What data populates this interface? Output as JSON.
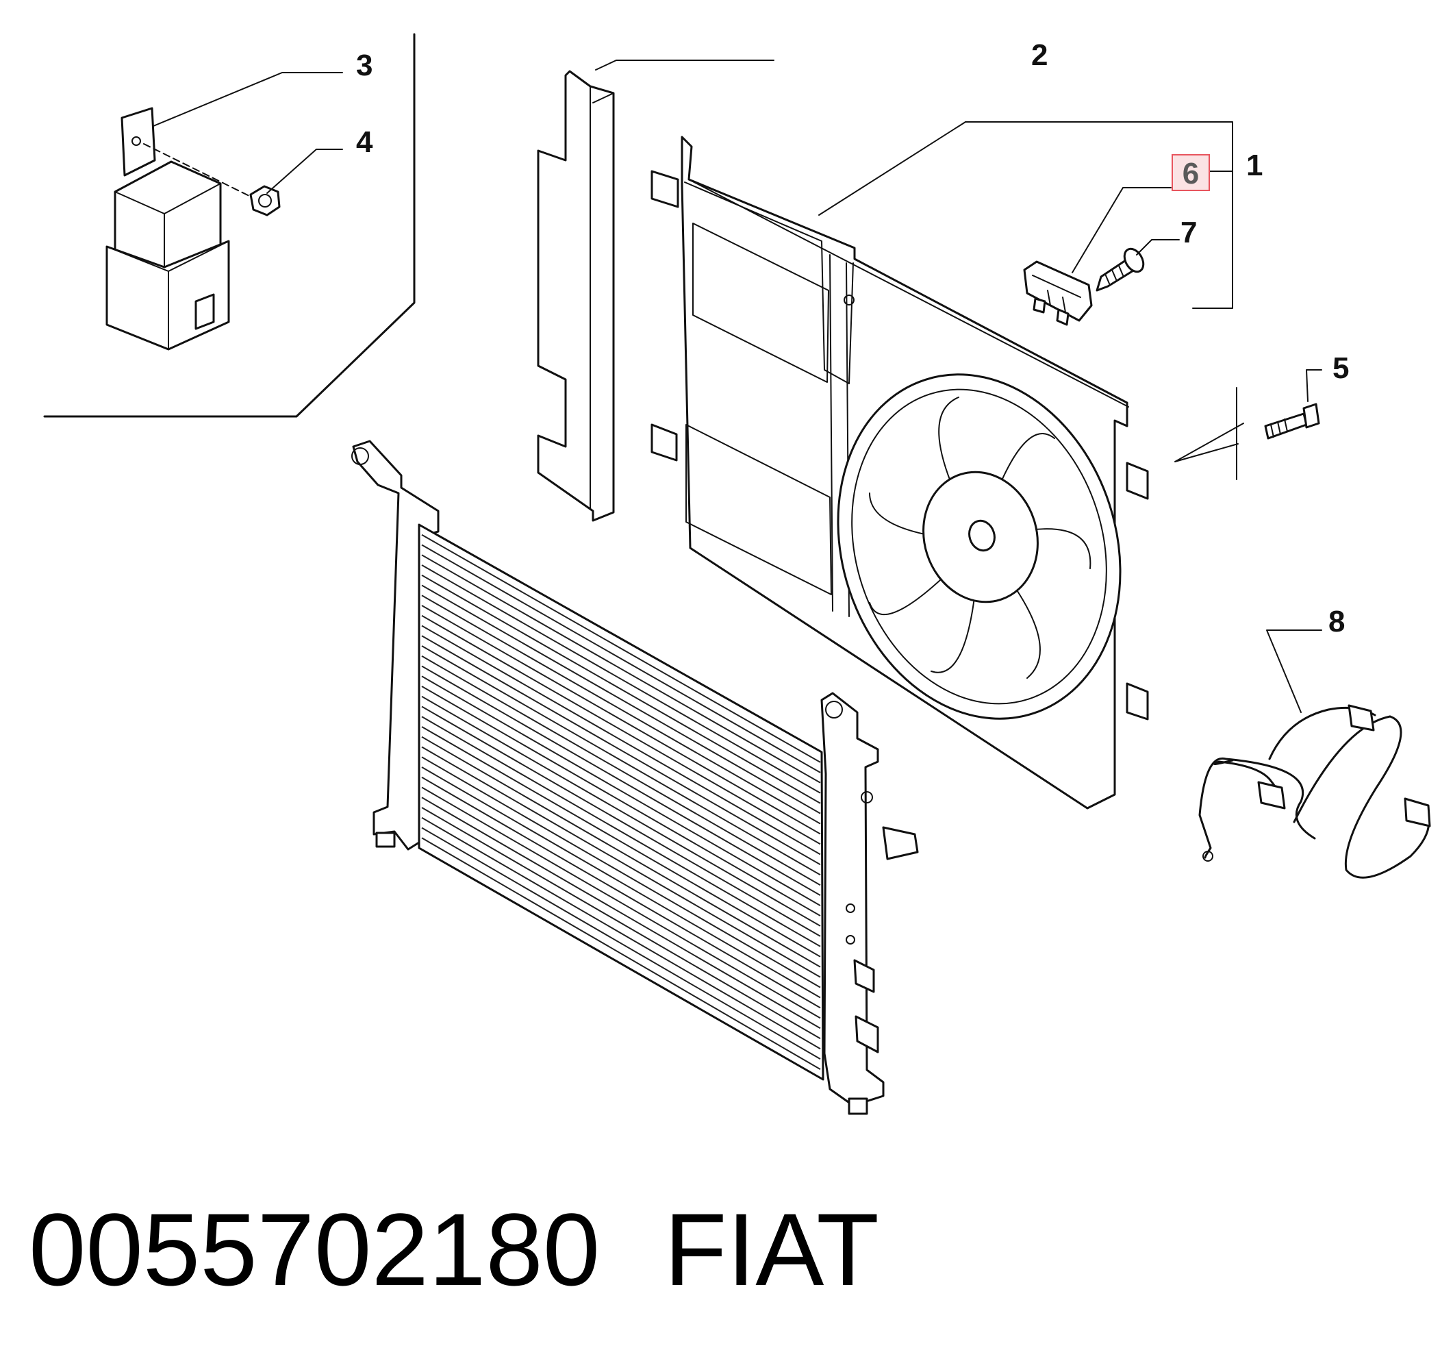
{
  "diagram": {
    "callouts": [
      {
        "id": "1",
        "label": "1"
      },
      {
        "id": "2",
        "label": "2"
      },
      {
        "id": "3",
        "label": "3"
      },
      {
        "id": "4",
        "label": "4"
      },
      {
        "id": "5",
        "label": "5"
      },
      {
        "id": "6",
        "label": "6",
        "highlighted": true
      },
      {
        "id": "7",
        "label": "7"
      },
      {
        "id": "8",
        "label": "8"
      }
    ],
    "highlight_color": "#e8555e",
    "highlight_fill": "#fbe3e4"
  },
  "caption": {
    "part_number": "0055702180",
    "brand": "FIAT"
  }
}
